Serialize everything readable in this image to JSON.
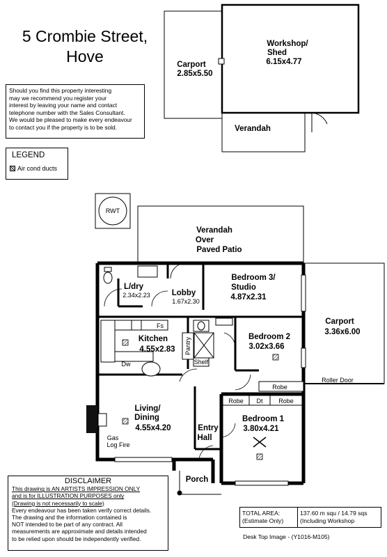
{
  "header": {
    "address_line1": "5 Crombie Street,",
    "address_line2": "Hove"
  },
  "notice": {
    "lines": [
      "Should you find this property interesting",
      "may we recommend you register your",
      "interest by leaving your name and contact",
      "telephone number with the Sales Consultant.",
      "We would be pleased to make every endeavour",
      "to contact you if the property is to be sold."
    ]
  },
  "legend": {
    "title": "LEGEND",
    "item": "Air cond ducts"
  },
  "outbuildings": {
    "carport": {
      "name": "Carport",
      "dims": "2.85x5.50"
    },
    "workshop": {
      "name1": "Workshop/",
      "name2": "Shed",
      "dims": "6.15x4.77"
    },
    "verandah": "Verandah"
  },
  "rwt": "RWT",
  "house": {
    "verandah_patio": [
      "Verandah",
      "Over",
      "Paved Patio"
    ],
    "laundry": {
      "name": "L/dry",
      "dims": "2.34x2.23"
    },
    "lobby": {
      "name": "Lobby",
      "dims": "1.67x2.30"
    },
    "bedroom3": {
      "name1": "Bedroom 3/",
      "name2": "Studio",
      "dims": "4.87x2.31"
    },
    "kitchen": {
      "name": "Kitchen",
      "dims": "4.55x2.83",
      "fs": "Fs",
      "dw": "Dw"
    },
    "pantry": "Pantry",
    "shelf": "Shelf",
    "bedroom2": {
      "name": "Bedroom 2",
      "dims": "3.02x3.66"
    },
    "carport": {
      "name": "Carport",
      "dims": "3.36x6.00"
    },
    "roller_door": "Roller Door",
    "robe": "Robe",
    "dt": "Dt",
    "living": {
      "name1": "Living/",
      "name2": "Dining",
      "dims": "4.55x4.20"
    },
    "gas_fire": [
      "Gas",
      "Log Fire"
    ],
    "entry": [
      "Entry",
      "Hall"
    ],
    "bedroom1": {
      "name": "Bedroom 1",
      "dims": "3.80x4.21"
    },
    "porch": "Porch"
  },
  "disclaimer": {
    "title": "DISCLAIMER",
    "underlined": [
      "This drawing is AN ARTISTS IMPRESSION ONLY",
      "and is for ILLUSTRATION PURPOSES only",
      "(Drawing is not necessarily to scale)"
    ],
    "lines": [
      "Every endeavour has been taken verify correct details.",
      "The drawing and the information contained is",
      "NOT intended to be part of any contract.  All",
      "measurements are approximate and details intended",
      "to be relied upon should be independently verified."
    ]
  },
  "totals": {
    "label1": "TOTAL AREA:",
    "label2": "(Estimate Only)",
    "value1": "137.60 m squ /  14.79 sqs",
    "value2": "(Including Workshop"
  },
  "footer": "Desk Top Image - (Y1016-M105)"
}
